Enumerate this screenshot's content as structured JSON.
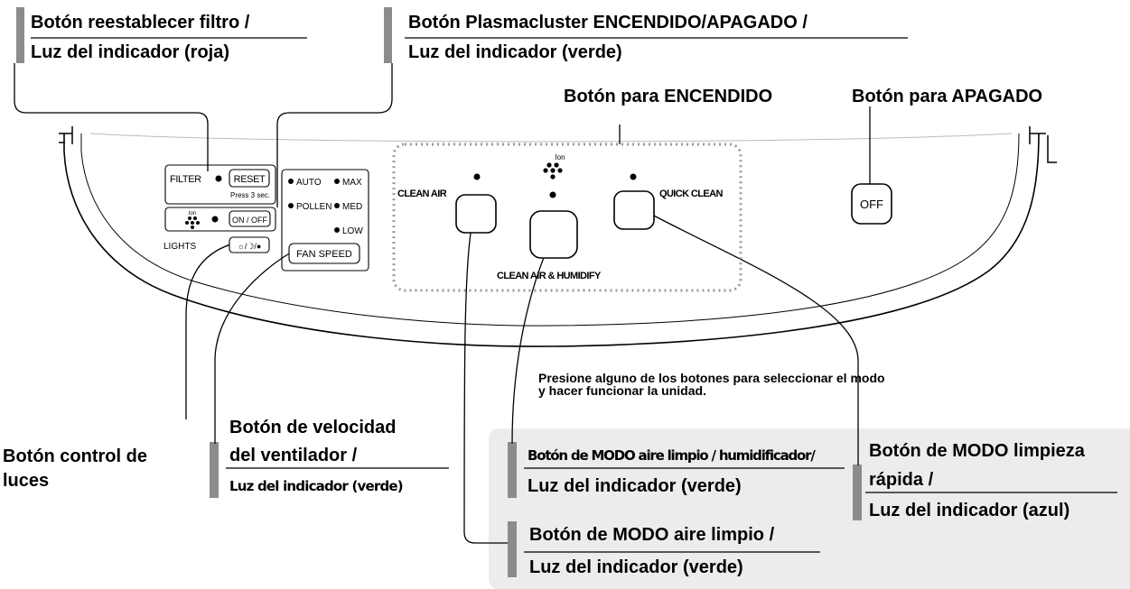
{
  "labels": {
    "filter_reset_1": "Botón reestablecer filtro /",
    "filter_reset_2": "Luz del indicador (roja)",
    "plasma_1": "Botón Plasmacluster ENCENDIDO/APAGADO /",
    "plasma_2": "Luz del indicador (verde)",
    "power_on": "Botón para ENCENDIDO",
    "power_off": "Botón para APAGADO",
    "note": "Presione alguno de los botones para seleccionar el modo y hacer funcionar la unidad.",
    "lights_1": "Botón control de",
    "lights_2": "luces",
    "fan_1": "Botón de velocidad",
    "fan_2": "del ventilador /",
    "fan_3": "Luz del indicador (verde)",
    "humid_1": "Botón de MODO aire limpio / humidificador/",
    "humid_2": "Luz del indicador (verde)",
    "quick_1": "Botón de MODO limpieza",
    "quick_2": "rápida /",
    "quick_3": "Luz del indicador (azul)",
    "clean_1": "Botón de MODO aire limpio /",
    "clean_2": "Luz del indicador (verde)"
  },
  "panel": {
    "filter": "FILTER",
    "reset": "RESET",
    "press": "Press 3 sec.",
    "ion": "Ion",
    "onoff": "ON / OFF",
    "lights": "LIGHTS",
    "lights_button": "☼/☽/●",
    "auto": "AUTO",
    "max": "MAX",
    "pollen": "POLLEN",
    "med": "MED",
    "low": "LOW",
    "fan_speed": "FAN SPEED",
    "clean_air": "CLEAN AIR",
    "quick_clean": "QUICK CLEAN",
    "clean_humidify": "CLEAN AIR & HUMIDIFY",
    "off": "OFF"
  },
  "colors": {
    "tab": "#8c8c8c",
    "callout_bg": "#ececec",
    "dotted": "#999999"
  }
}
